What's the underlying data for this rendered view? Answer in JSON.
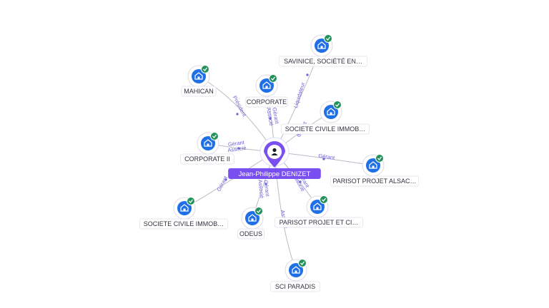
{
  "center": {
    "label": "Jean-Philippe DENIZET",
    "icon": "person-icon",
    "color": "#7a4ff0"
  },
  "colors": {
    "company_icon": "#1f6fe6",
    "check_badge": "#22915a",
    "edge": "#b9bbc7",
    "edge_label": "#6b62d6"
  },
  "nodes": [
    {
      "id": "savinice",
      "label": "SAVINICE, SOCIÉTÉ EN…",
      "relation": "Liquidateur"
    },
    {
      "id": "mahican",
      "label": "MAHICAN",
      "relation": "Président"
    },
    {
      "id": "corporate",
      "label": "CORPORATE",
      "relation": "Gérant\nAssocié"
    },
    {
      "id": "sci-immob-1",
      "label": "SOCIETE CIVILE IMMOB…",
      "relation": "Gérant"
    },
    {
      "id": "corporate-ii",
      "label": "CORPORATE II",
      "relation": "Gérant\nAssocié"
    },
    {
      "id": "parisot-alsace",
      "label": "PARISOT PROJET ALSAC…",
      "relation": "Gérant"
    },
    {
      "id": "sci-immob-2",
      "label": "SOCIETE CIVILE IMMOB…",
      "relation": "Gérant"
    },
    {
      "id": "odeus",
      "label": "ODEUS",
      "relation": "Gérant\nAssocié"
    },
    {
      "id": "parisot-ci",
      "label": "PARISOT PROJET ET CI…",
      "relation": "Gérant\nAssocié"
    },
    {
      "id": "sci-paradis",
      "label": "SCI PARADIS",
      "relation": "Associé"
    }
  ]
}
